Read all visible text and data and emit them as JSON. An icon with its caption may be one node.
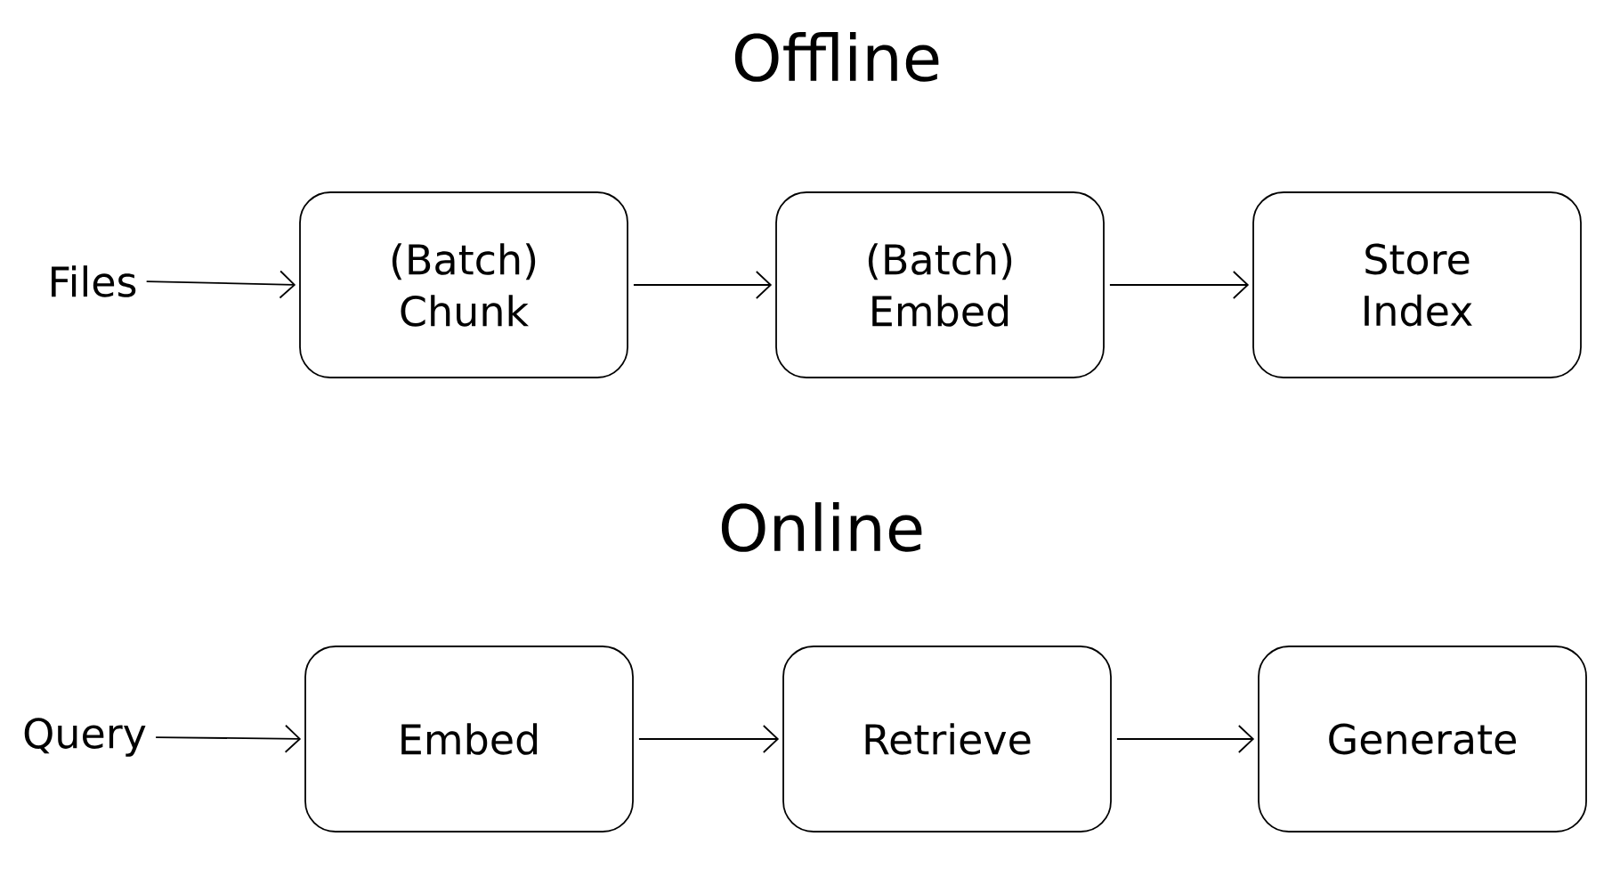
{
  "diagram": {
    "nodes": [
      {
        "text": [
          "Files"
        ]
      },
      {
        "text": [
          "(Batch) Chunk"
        ]
      },
      {
        "text": [
          "(Batch) Embed"
        ]
      },
      {
        "text": [
          "Store Index"
        ]
      },
      {
        "text": [
          "Query"
        ]
      },
      {
        "text": [
          "Embed"
        ]
      },
      {
        "text": [
          "Retrieve"
        ]
      },
      {
        "text": [
          "Generate"
        ]
      }
    ],
    "edges": [
      {
        "from": 0,
        "to": 1,
        "arrow": "to"
      },
      {
        "from": 1,
        "to": 2,
        "arrow": "to"
      },
      {
        "from": 2,
        "to": 3,
        "arrow": "to"
      },
      {
        "from": 4,
        "to": 5,
        "arrow": "to"
      },
      {
        "from": 5,
        "to": 6,
        "arrow": "to"
      },
      {
        "from": 6,
        "to": 7,
        "arrow": "to"
      }
    ],
    "labels": [
      "Offline",
      "Online"
    ]
  }
}
